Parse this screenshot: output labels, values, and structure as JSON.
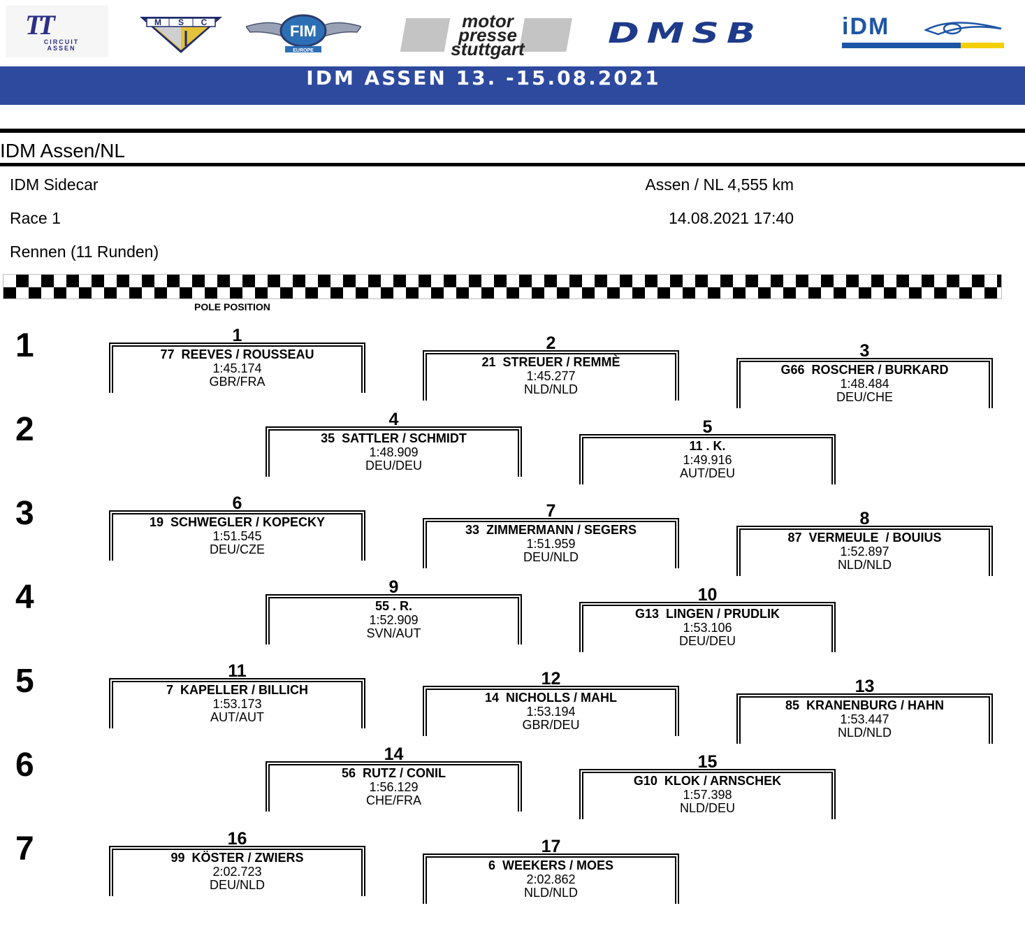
{
  "logos": {
    "tt": {
      "main": "TT",
      "line1": "CIRCUIT",
      "line2": "ASSEN"
    },
    "msc": {
      "letters": [
        "M",
        "S",
        "C"
      ]
    },
    "fim": {
      "text": "FIM",
      "sub": "EUROPE"
    },
    "motorpresse": {
      "line1": "motor",
      "line2": "presse",
      "line3": "stuttgart"
    },
    "dmsb": "DMSB",
    "idm": "iDM"
  },
  "banner": "IDM ASSEN 13. -15.08.2021",
  "doc_title": "IDM Assen/NL",
  "info": {
    "class": "IDM Sidecar",
    "session": "Race 1",
    "race": "Rennen (11 Runden)",
    "track": "Assen / NL 4,555 km",
    "datetime": "14.08.2021 17:40"
  },
  "pole_label": "POLE POSITION",
  "row_numbers": [
    "1",
    "2",
    "3",
    "4",
    "5",
    "6",
    "7"
  ],
  "grid": [
    {
      "pos": "1",
      "name": "77  REEVES / ROUSSEAU",
      "time": "1:45.174",
      "nat": "GBR/FRA"
    },
    {
      "pos": "2",
      "name": "21  STREUER / REMMÈ",
      "time": "1:45.277",
      "nat": "NLD/NLD"
    },
    {
      "pos": "3",
      "name": "G66  ROSCHER / BURKARD",
      "time": "1:48.484",
      "nat": "DEU/CHE"
    },
    {
      "pos": "4",
      "name": "35  SATTLER / SCHMIDT",
      "time": "1:48.909",
      "nat": "DEU/DEU"
    },
    {
      "pos": "5",
      "name": "11 . K.",
      "time": "1:49.916",
      "nat": "AUT/DEU"
    },
    {
      "pos": "6",
      "name": "19  SCHWEGLER / KOPECKY",
      "time": "1:51.545",
      "nat": "DEU/CZE"
    },
    {
      "pos": "7",
      "name": "33  ZIMMERMANN / SEGERS",
      "time": "1:51.959",
      "nat": "DEU/NLD"
    },
    {
      "pos": "8",
      "name": "87  VERMEULE  / BOUIUS",
      "time": "1:52.897",
      "nat": "NLD/NLD"
    },
    {
      "pos": "9",
      "name": "55 . R.",
      "time": "1:52.909",
      "nat": "SVN/AUT"
    },
    {
      "pos": "10",
      "name": "G13  LINGEN / PRUDLIK",
      "time": "1:53.106",
      "nat": "DEU/DEU"
    },
    {
      "pos": "11",
      "name": "7  KAPELLER / BILLICH",
      "time": "1:53.173",
      "nat": "AUT/AUT"
    },
    {
      "pos": "12",
      "name": "14  NICHOLLS / MAHL",
      "time": "1:53.194",
      "nat": "GBR/DEU"
    },
    {
      "pos": "13",
      "name": "85  KRANENBURG / HAHN",
      "time": "1:53.447",
      "nat": "NLD/NLD"
    },
    {
      "pos": "14",
      "name": "56  RUTZ / CONIL",
      "time": "1:56.129",
      "nat": "CHE/FRA"
    },
    {
      "pos": "15",
      "name": "G10  KLOK / ARNSCHEK",
      "time": "1:57.398",
      "nat": "NLD/DEU"
    },
    {
      "pos": "16",
      "name": "99  KÖSTER / ZWIERS",
      "time": "2:02.723",
      "nat": "DEU/NLD"
    },
    {
      "pos": "17",
      "name": "6  WEEKERS / MOES",
      "time": "2:02.862",
      "nat": "NLD/NLD"
    }
  ],
  "colors": {
    "banner": "#2d4a9e",
    "banner_text": "#ffffff",
    "tt_blue": "#2b2f85",
    "tt_red": "#d0161c",
    "dmsb_blue": "#1e3a8a",
    "idm_blue": "#1d55a6",
    "idm_yellow": "#f5d000"
  }
}
